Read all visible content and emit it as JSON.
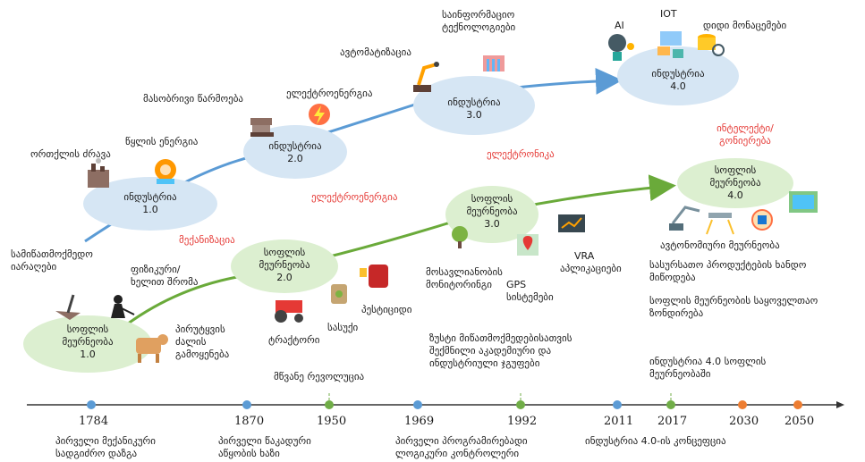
{
  "industry": {
    "i1": {
      "line1": "ინდუსტრია",
      "line2": "1.0"
    },
    "i2": {
      "line1": "ინდუსტრია",
      "line2": "2.0"
    },
    "i3": {
      "line1": "ინდუსტრია",
      "line2": "3.0"
    },
    "i4": {
      "line1": "ინდუსტრია",
      "line2": "4.0"
    }
  },
  "agri": {
    "a1": {
      "line1": "სოფლის",
      "line2": "მეურნეობა",
      "line3": "1.0"
    },
    "a2": {
      "line1": "სოფლის",
      "line2": "მეურნეობა",
      "line3": "2.0"
    },
    "a3": {
      "line1": "სოფლის",
      "line2": "მეურნეობა",
      "line3": "3.0"
    },
    "a4": {
      "line1": "სოფლის",
      "line2": "მეურნეობა",
      "line3": "4.0"
    }
  },
  "industry_labels": {
    "ortkli": "ორთქლის ძრავა",
    "tsqali": "წყლის ენერგია",
    "masobrivi": "მასობრივი წარმოება",
    "electro_top": "ელექტროენერგია",
    "automat": "ავტომატიზაცია",
    "info_l1": "საინფორმაციო",
    "info_l2": "ტექნოლოგიები",
    "ai": "AI",
    "iot": "IOT",
    "bigdata": "დიდი მონაცემები"
  },
  "mid_labels": {
    "intel_l1": "ინტელექტი/",
    "intel_l2": "გონიერება",
    "electronika": "ელექტრონიკა",
    "electro_mid": "ელექტროენერგია",
    "mechan": "მექანიზაცია"
  },
  "agri_labels": {
    "samin_l1": "სამიწათმოქმედო",
    "samin_l2": "იარაღები",
    "fiz_l1": "ფიზიკური/",
    "fiz_l2": "ხელით შრომა",
    "pirut_l1": "პირუტყვის",
    "pirut_l2": "ძალის",
    "pirut_l3": "გამოყენება",
    "traqtori": "ტრაქტორი",
    "sasuqi": "სასუქი",
    "pest": "პესტიციდი",
    "mosavl_l1": "მოსავლიანობის",
    "mosavl_l2": "მონიტორინგი",
    "gps_l1": "GPS",
    "gps_l2": "სისტემები",
    "vra_l1": "VRA",
    "vra_l2": "აპლიკაციები",
    "avto": "ავტონომიური მეურნეობა",
    "sasurs_l1": "სასურსათო პროდუქტების ხანდო",
    "sasurs_l2": "მიწოდება",
    "sofl_l1": "სოფლის მეურნეობის საყოველთაო",
    "sofl_l2": "ზონდირება"
  },
  "timeline": {
    "years": [
      "1784",
      "1870",
      "1950",
      "1969",
      "1992",
      "2011",
      "2017",
      "2030",
      "2050"
    ],
    "above_1950": "მწვანე რევოლუცია",
    "above_1992_l1": "ზუსტი მიწათმოქმედებისათვის",
    "above_1992_l2": "შექმნილი აკადემიური და",
    "above_1992_l3": "ინდუსტრიული ჯგუფები",
    "above_2017_l1": "ინდუსტრია 4.0 სოფლის",
    "above_2017_l2": "მეურნეობაში",
    "below_1784_l1": "პირველი მექანიკური",
    "below_1784_l2": "სადგიძრო დაზგა",
    "below_1870_l1": "პირველი წაკადური",
    "below_1870_l2": "აწყობის ხაზი",
    "below_1969_l1": "პირველი პროგრამირებადი",
    "below_1969_l2": "ლოგიკური კონტროლერი",
    "below_2011": "ინდუსტრია 4.0-ის კონცეფცია"
  },
  "colors": {
    "blue_ellipse": "#d6e6f4",
    "green_ellipse": "#dcefd0",
    "blue_line": "#5b9bd5",
    "green_line": "#6aaa3a",
    "red_text": "#e53935",
    "blue_dot": "#5b9bd5",
    "green_dot": "#70ad47",
    "orange_dot": "#ed7d31"
  }
}
